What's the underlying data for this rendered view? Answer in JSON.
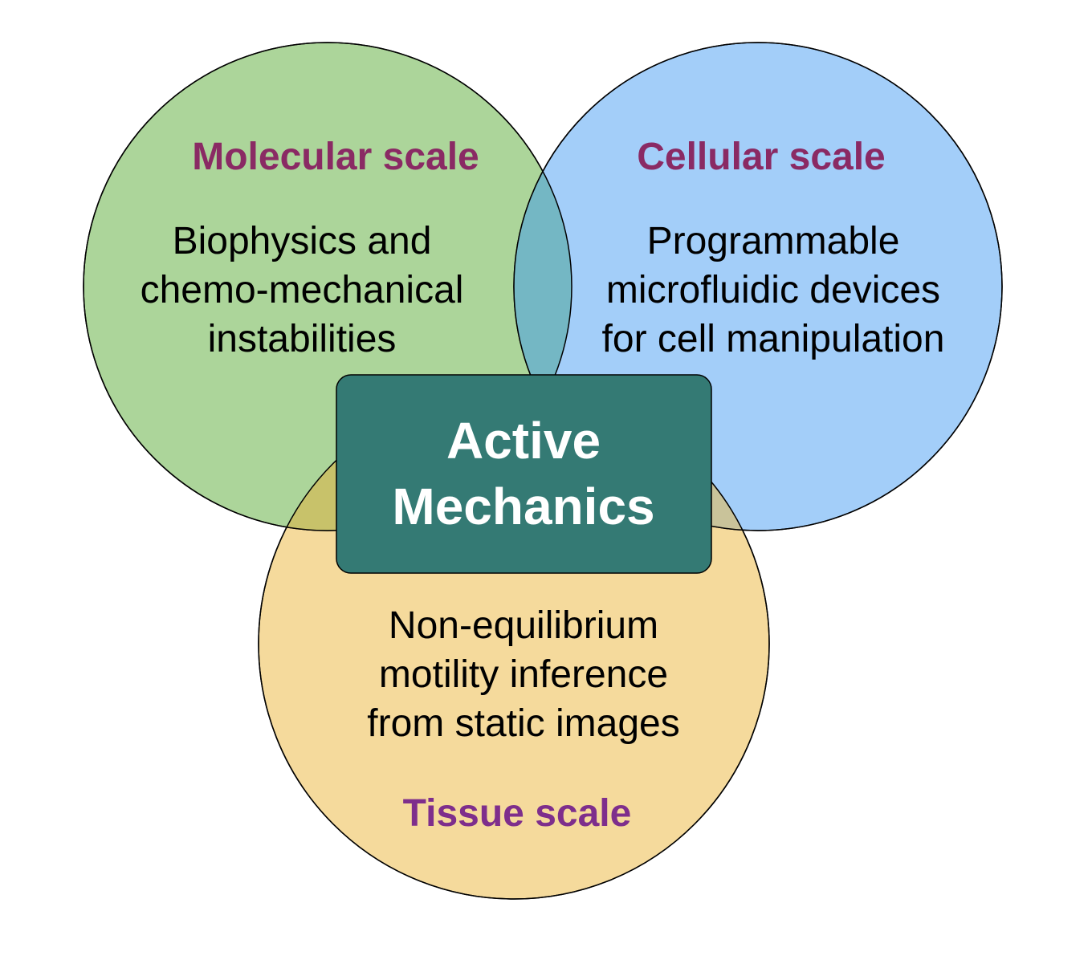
{
  "colors": {
    "green_circle": "#acd59a",
    "blue_circle": "#a3cef9",
    "yellow_circle": "#f5da9c",
    "green_blue_overlap": "#74b7c4",
    "green_yellow_overlap": "#c8c26a",
    "blue_yellow_overlap": "#c9c39a",
    "center_box": "#347a74",
    "scale_title": "#8a2a64",
    "tissue_title": "#7e2e8c",
    "text": "#000000",
    "center_text": "#ffffff"
  },
  "center": {
    "line1": "Active",
    "line2": "Mechanics"
  },
  "molecular": {
    "title": "Molecular scale",
    "lines": [
      "Biophysics and",
      "chemo-mechanical",
      "instabilities"
    ]
  },
  "cellular": {
    "title": "Cellular scale",
    "lines": [
      "Programmable",
      "microfluidic devices",
      "for cell manipulation"
    ]
  },
  "tissue": {
    "title": "Tissue scale",
    "lines": [
      "Non-equilibrium",
      "motility inference",
      "from static images"
    ]
  }
}
